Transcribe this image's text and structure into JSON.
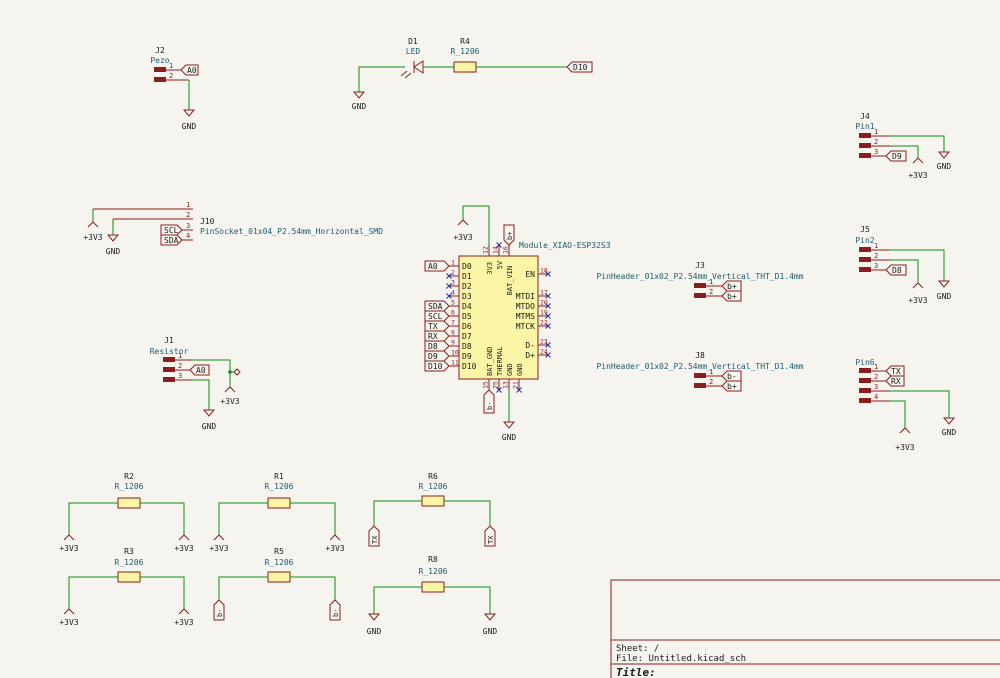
{
  "colors": {
    "background": "#f5f4ef",
    "wire": "#109010",
    "body": "#8a1e1e",
    "body_fill": "#fbf6a5",
    "ref": "#1a1a1a",
    "value": "#1e5a6e",
    "power": "#8a1e1e",
    "power_text": "#1a1a1a",
    "net_label": "#1a1a1a",
    "no_connect": "#1f2fa0",
    "pin_number": "#8a1e1e",
    "title_block": "#8a1e1e"
  },
  "symbols": {
    "J2": {
      "ref": "J2",
      "value": "Pezo",
      "pins": [
        "1",
        "2"
      ],
      "label": "A0"
    },
    "D1": {
      "ref": "D1",
      "value": "LED"
    },
    "R4": {
      "ref": "R4",
      "value": "R_1206",
      "label": "D10"
    },
    "J4": {
      "ref": "J4",
      "value": "Pin1",
      "pins": [
        "1",
        "2",
        "3"
      ],
      "label": "D9"
    },
    "J10": {
      "ref": "J10",
      "value": "PinSocket_01x04_P2.54mm_Horizontal_SMD",
      "pins": [
        "1",
        "2",
        "3",
        "4"
      ],
      "labels": [
        "SCL",
        "SDA"
      ]
    },
    "J5": {
      "ref": "J5",
      "value": "Pin2",
      "pins": [
        "1",
        "2",
        "3"
      ],
      "label": "D8"
    },
    "J1": {
      "ref": "J1",
      "value": "Resistor",
      "pins": [
        "1",
        "2",
        "3"
      ],
      "label": "A0"
    },
    "J3": {
      "ref": "J3",
      "value": "PinHeader_01x02_P2.54mm_Vertical_THT_D1.4mm",
      "pins": [
        "1",
        "2"
      ],
      "labels": [
        "b+",
        "b+"
      ]
    },
    "J8": {
      "ref": "J8",
      "value": "PinHeader_01x02_P2.54mm_Vertical_THT_D1.4mm",
      "pins": [
        "1",
        "2"
      ],
      "labels": [
        "b-",
        "b+"
      ]
    },
    "J6": {
      "value": "Pin6",
      "pins": [
        "1",
        "2",
        "3",
        "4"
      ],
      "labels": [
        "TX",
        "RX"
      ]
    },
    "R2": {
      "ref": "R2",
      "value": "R_1206"
    },
    "R1": {
      "ref": "R1",
      "value": "R_1206"
    },
    "R6": {
      "ref": "R6",
      "value": "R_1206",
      "labels": [
        "TX",
        "TX"
      ]
    },
    "R3": {
      "ref": "R3",
      "value": "R_1206"
    },
    "R5": {
      "ref": "R5",
      "value": "R_1206",
      "labels": [
        "b-",
        "b-"
      ]
    },
    "R8": {
      "ref": "R8",
      "value": "R_1206"
    }
  },
  "module": {
    "name": "Module_XIAO-ESP32S3",
    "left_pins": [
      {
        "num": "1",
        "name": "D0",
        "label": "A0"
      },
      {
        "num": "2",
        "name": "D1",
        "label": ""
      },
      {
        "num": "3",
        "name": "D2",
        "label": ""
      },
      {
        "num": "4",
        "name": "D3",
        "label": ""
      },
      {
        "num": "5",
        "name": "D4",
        "label": "SDA"
      },
      {
        "num": "6",
        "name": "D5",
        "label": "SCL"
      },
      {
        "num": "7",
        "name": "D6",
        "label": "TX"
      },
      {
        "num": "8",
        "name": "D7",
        "label": "RX"
      },
      {
        "num": "9",
        "name": "D8",
        "label": "D8"
      },
      {
        "num": "10",
        "name": "D9",
        "label": "D9"
      },
      {
        "num": "11",
        "name": "D10",
        "label": "D10"
      }
    ],
    "right_pins": [
      {
        "num": "18",
        "name": "EN"
      },
      {
        "num": "17",
        "name": "MTDI"
      },
      {
        "num": "20",
        "name": "MTDO"
      },
      {
        "num": "19",
        "name": "MTMS"
      },
      {
        "num": "22",
        "name": "MTCK"
      },
      {
        "num": "23",
        "name": "D-"
      },
      {
        "num": "24",
        "name": "D+"
      }
    ],
    "top_pins": [
      {
        "num": "12",
        "name": "3V3"
      },
      {
        "num": "14",
        "name": "5V"
      },
      {
        "num": "16",
        "name": "BAT_VIN"
      }
    ],
    "bottom_pins": [
      {
        "num": "15",
        "name": "BAT_GND"
      },
      {
        "num": "25",
        "name": "THERMAL"
      },
      {
        "num": "13",
        "name": "GND"
      },
      {
        "num": "21",
        "name": "GND"
      }
    ],
    "top_label": "b+",
    "bottom_label": "b-"
  },
  "power": {
    "gnd": "GND",
    "v33": "+3V3"
  },
  "title_block": {
    "sheet": "Sheet: /",
    "file": "File: Untitled.kicad_sch",
    "title": "Title:"
  }
}
